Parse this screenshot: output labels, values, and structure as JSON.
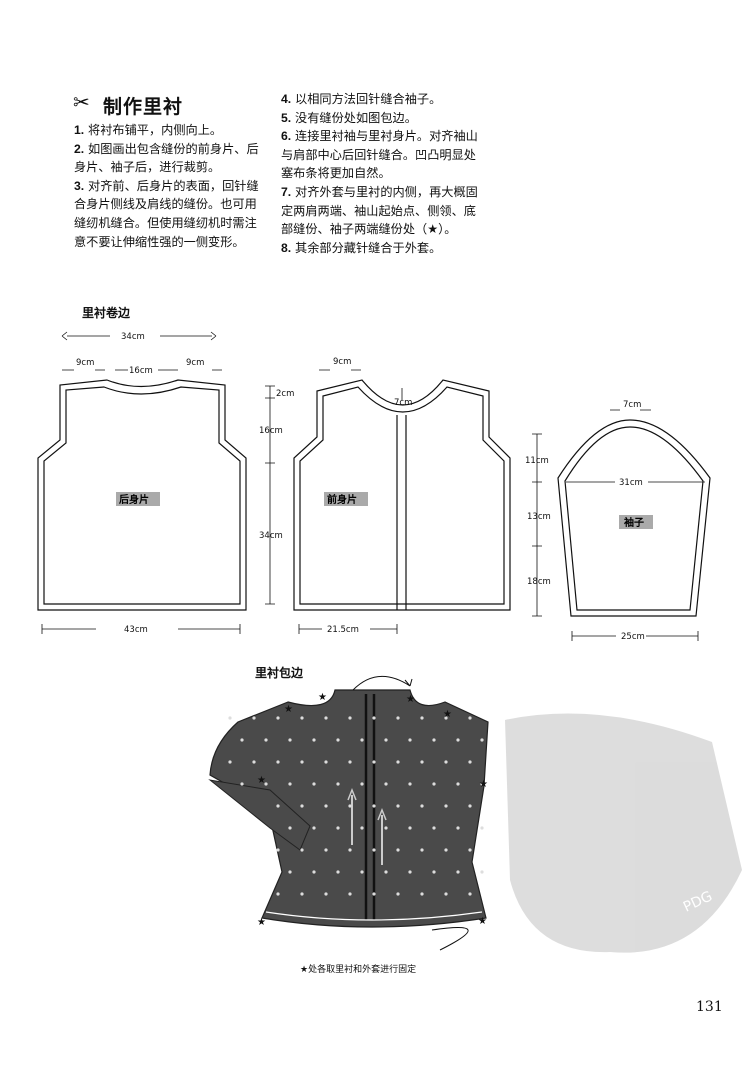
{
  "section": {
    "title": "制作里衬"
  },
  "steps_left": [
    {
      "num": "1.",
      "text": "将衬布铺平，内侧向上。"
    },
    {
      "num": "2.",
      "text": "如图画出包含缝份的前身片、后身片、袖子后，进行裁剪。"
    },
    {
      "num": "3.",
      "text": "对齐前、后身片的表面，回针缝合身片侧线及肩线的缝份。也可用缝纫机缝合。但使用缝纫机时需注意不要让伸缩性强的一侧变形。"
    }
  ],
  "steps_right": [
    {
      "num": "4.",
      "text": "以相同方法回针缝合袖子。"
    },
    {
      "num": "5.",
      "text": "没有缝份处如图包边。"
    },
    {
      "num": "6.",
      "text": "连接里衬袖与里衬身片。对齐袖山与肩部中心后回针缝合。凹凸明显处塞布条将更加自然。"
    },
    {
      "num": "7.",
      "text": "对齐外套与里衬的内侧，再大概固定两肩两端、袖山起始点、侧领、底部缝份、袖子两端缝份处（★）。"
    },
    {
      "num": "8.",
      "text": "其余部分藏针缝合于外套。"
    }
  ],
  "diagram1": {
    "title": "里衬卷边",
    "back": {
      "label": "后身片",
      "overall_width": "34cm",
      "shoulder_left": "9cm",
      "neck": "16cm",
      "shoulder_right": "9cm",
      "bottom": "43cm"
    },
    "front": {
      "label": "前身片",
      "shoulder": "9cm",
      "neck_depth": "7cm",
      "bottom": "21.5cm"
    },
    "side_measures": {
      "top": "2cm",
      "armhole": "16cm",
      "body": "34cm"
    },
    "sleeve": {
      "label": "袖子",
      "cap_top": "7cm",
      "width": "31cm",
      "cap_h": "11cm",
      "mid": "13cm",
      "lower": "18cm",
      "bottom": "25cm"
    }
  },
  "diagram2": {
    "title": "里衬包边",
    "caption": "★处各取里衬和外套进行固定"
  },
  "page_number": "131",
  "watermark": {
    "text": "PDG"
  }
}
